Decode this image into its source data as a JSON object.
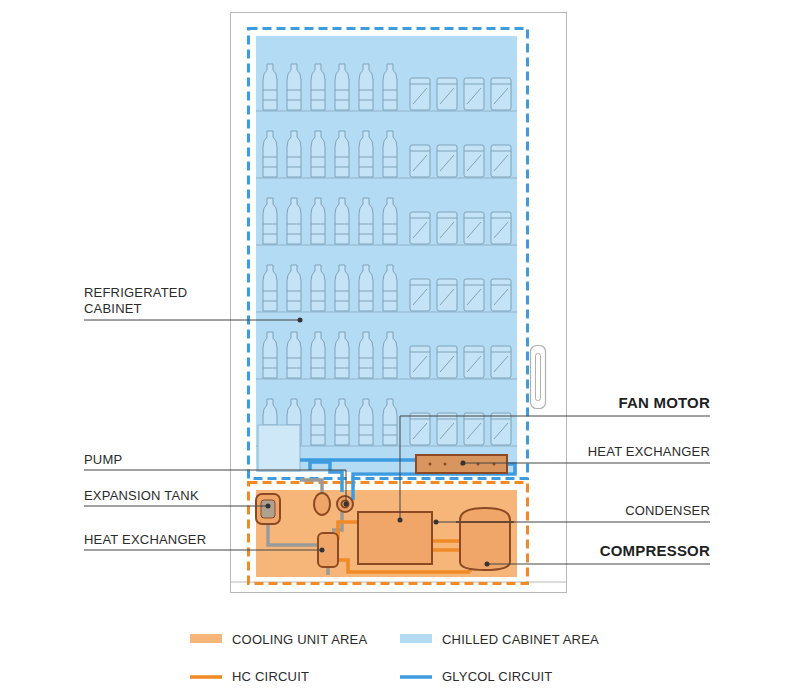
{
  "diagram": {
    "labels": [
      "REFRIGERATED CABINET",
      "PUMP",
      "EXPANSION TANK",
      "HEAT EXCHANGER",
      "FAN MOTOR",
      "HEAT EXCHANGER",
      "CONDENSER",
      "COMPRESSOR"
    ],
    "legend": [
      {
        "text": "COOLING UNIT AREA",
        "color": "#f6b67a"
      },
      {
        "text": "CHILLED CABINET AREA",
        "color": "#b3dbf4"
      },
      {
        "text": "HC CIRCUIT"
      },
      {
        "text": "GLYCOL CIRCUIT"
      }
    ]
  }
}
